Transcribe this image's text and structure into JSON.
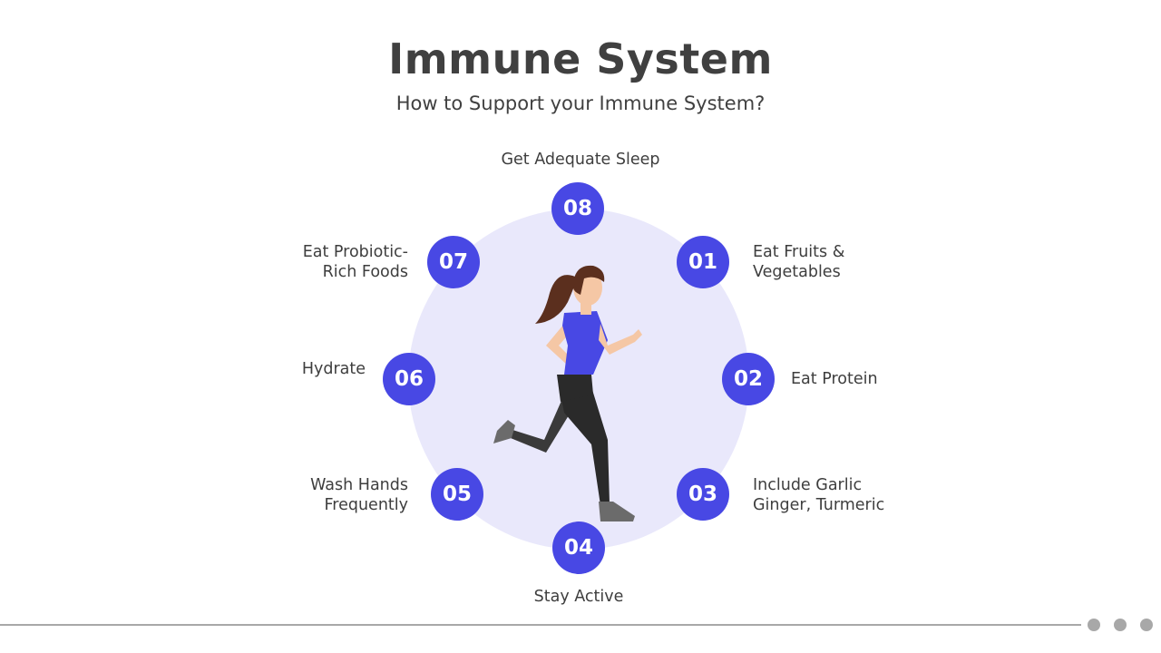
{
  "title": "Immune System",
  "subtitle": "How to Support your Immune System?",
  "accent_color": "#4848e4",
  "circle_color": "#e9e8fb",
  "steps": [
    {
      "number": "01",
      "label": "Eat Fruits &\nVegetables"
    },
    {
      "number": "02",
      "label": "Eat Protein"
    },
    {
      "number": "03",
      "label": "Include Garlic\nGinger, Turmeric"
    },
    {
      "number": "04",
      "label": "Stay Active"
    },
    {
      "number": "05",
      "label": "Wash Hands\nFrequently"
    },
    {
      "number": "06",
      "label": "Hydrate"
    },
    {
      "number": "07",
      "label": "Eat Probiotic-\nRich Foods"
    },
    {
      "number": "08",
      "label": "Get Adequate Sleep"
    }
  ],
  "center_image": "running-woman-illustration",
  "footer": {
    "dots": 3
  }
}
